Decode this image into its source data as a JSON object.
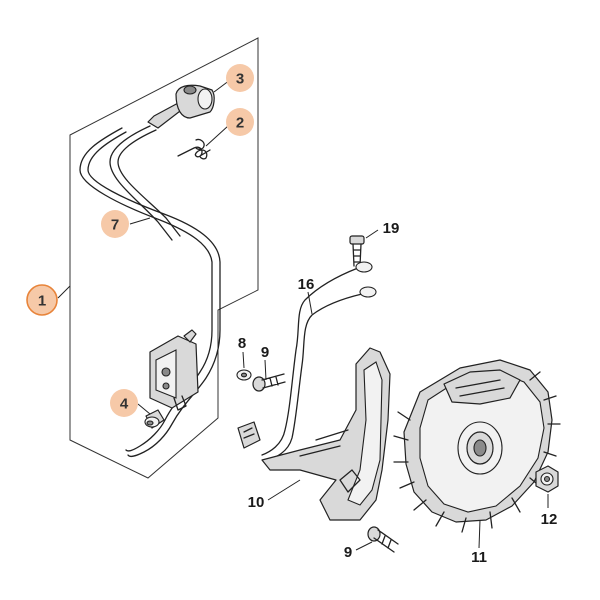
{
  "callouts": [
    {
      "id": "c1",
      "label": "1",
      "highlighted": true
    },
    {
      "id": "c2",
      "label": "2",
      "highlighted": true
    },
    {
      "id": "c3",
      "label": "3",
      "highlighted": true
    },
    {
      "id": "c4",
      "label": "4",
      "highlighted": true
    },
    {
      "id": "c7",
      "label": "7",
      "highlighted": true
    },
    {
      "id": "c8",
      "label": "8",
      "highlighted": false
    },
    {
      "id": "c9a",
      "label": "9",
      "highlighted": false
    },
    {
      "id": "c9b",
      "label": "9",
      "highlighted": false
    },
    {
      "id": "c10",
      "label": "10",
      "highlighted": false
    },
    {
      "id": "c11",
      "label": "11",
      "highlighted": false
    },
    {
      "id": "c12",
      "label": "12",
      "highlighted": false
    },
    {
      "id": "c16",
      "label": "16",
      "highlighted": false
    },
    {
      "id": "c19",
      "label": "19",
      "highlighted": false
    }
  ],
  "colors": {
    "highlight_fill": "#f6c9a8",
    "highlight_ring": "#e8843a",
    "line": "#222222"
  }
}
